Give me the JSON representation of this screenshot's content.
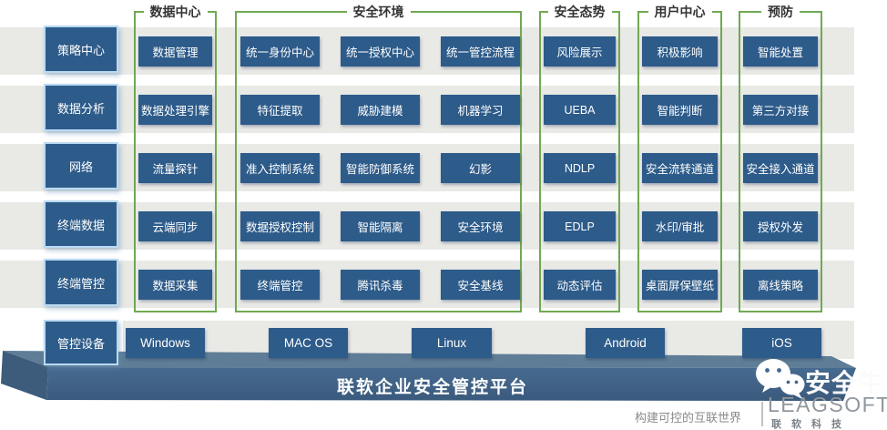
{
  "row_labels": [
    "策略中心",
    "数据分析",
    "网络",
    "终端数据",
    "终端管控",
    "管控设备"
  ],
  "groups": [
    {
      "title": "数据中心",
      "columns": [
        [
          "数据管理",
          "数据处理引擎",
          "流量探针",
          "云端同步",
          "数据采集"
        ]
      ]
    },
    {
      "title": "安全环境",
      "columns": [
        [
          "统一身份中心",
          "特征提取",
          "准入控制系统",
          "数据授权控制",
          "终端管控"
        ],
        [
          "统一授权中心",
          "威胁建模",
          "智能防御系统",
          "智能隔离",
          "腾讯杀毒"
        ],
        [
          "统一管控流程",
          "机器学习",
          "幻影",
          "安全环境",
          "安全基线"
        ]
      ]
    },
    {
      "title": "安全态势",
      "columns": [
        [
          "风险展示",
          "UEBA",
          "NDLP",
          "EDLP",
          "动态评估"
        ]
      ]
    },
    {
      "title": "用户中心",
      "columns": [
        [
          "积极影响",
          "智能判断",
          "安全流转通道",
          "水印/审批",
          "桌面屏保壁纸"
        ]
      ]
    },
    {
      "title": "预防",
      "columns": [
        [
          "智能处置",
          "第三方对接",
          "安全接入通道",
          "授权外发",
          "离线策略"
        ]
      ]
    }
  ],
  "devices": [
    "Windows",
    "MAC OS",
    "Linux",
    "Android",
    "iOS"
  ],
  "platform_title": "联软企业安全管控平台",
  "footer": {
    "slogan": "构建可控的互联世界",
    "brand_cn": "安全牛",
    "brand_en": "LEAGSOFT",
    "brand_sub": "联软科技"
  },
  "colors": {
    "module_blue": "#2d5b8a",
    "label_border_blue": "#badaf3",
    "group_green": "#70a953",
    "stripe_gray": "#e9e9e6",
    "platform_front": "#45688c",
    "platform_top": "#5f7d96",
    "platform_side": "#3d5c7b",
    "brand_gray": "#90979d"
  }
}
